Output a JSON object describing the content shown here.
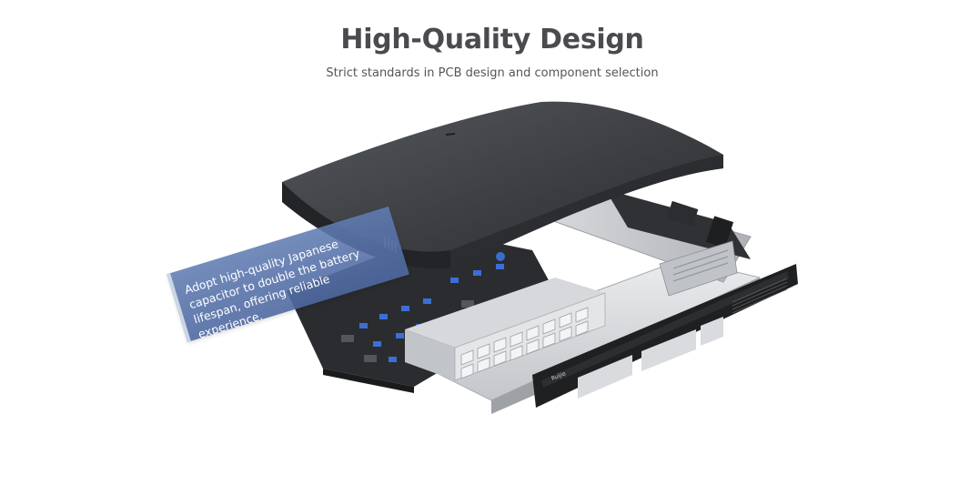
{
  "heading": {
    "title": "High-Quality Design",
    "subtitle": "Strict standards in PCB design and component selection"
  },
  "callout": {
    "text": "Adopt high-quality Japanese capacitor to double the battery lifespan, offering reliable experience."
  },
  "illustration": {
    "subject": "exploded-switch-chassis",
    "front_panel_brand": "Ruijie",
    "colors": {
      "cover": "#3b3d40",
      "pcb": "#2a2c2f",
      "metal": "#c9cbce",
      "callout": "#6180b4"
    }
  }
}
